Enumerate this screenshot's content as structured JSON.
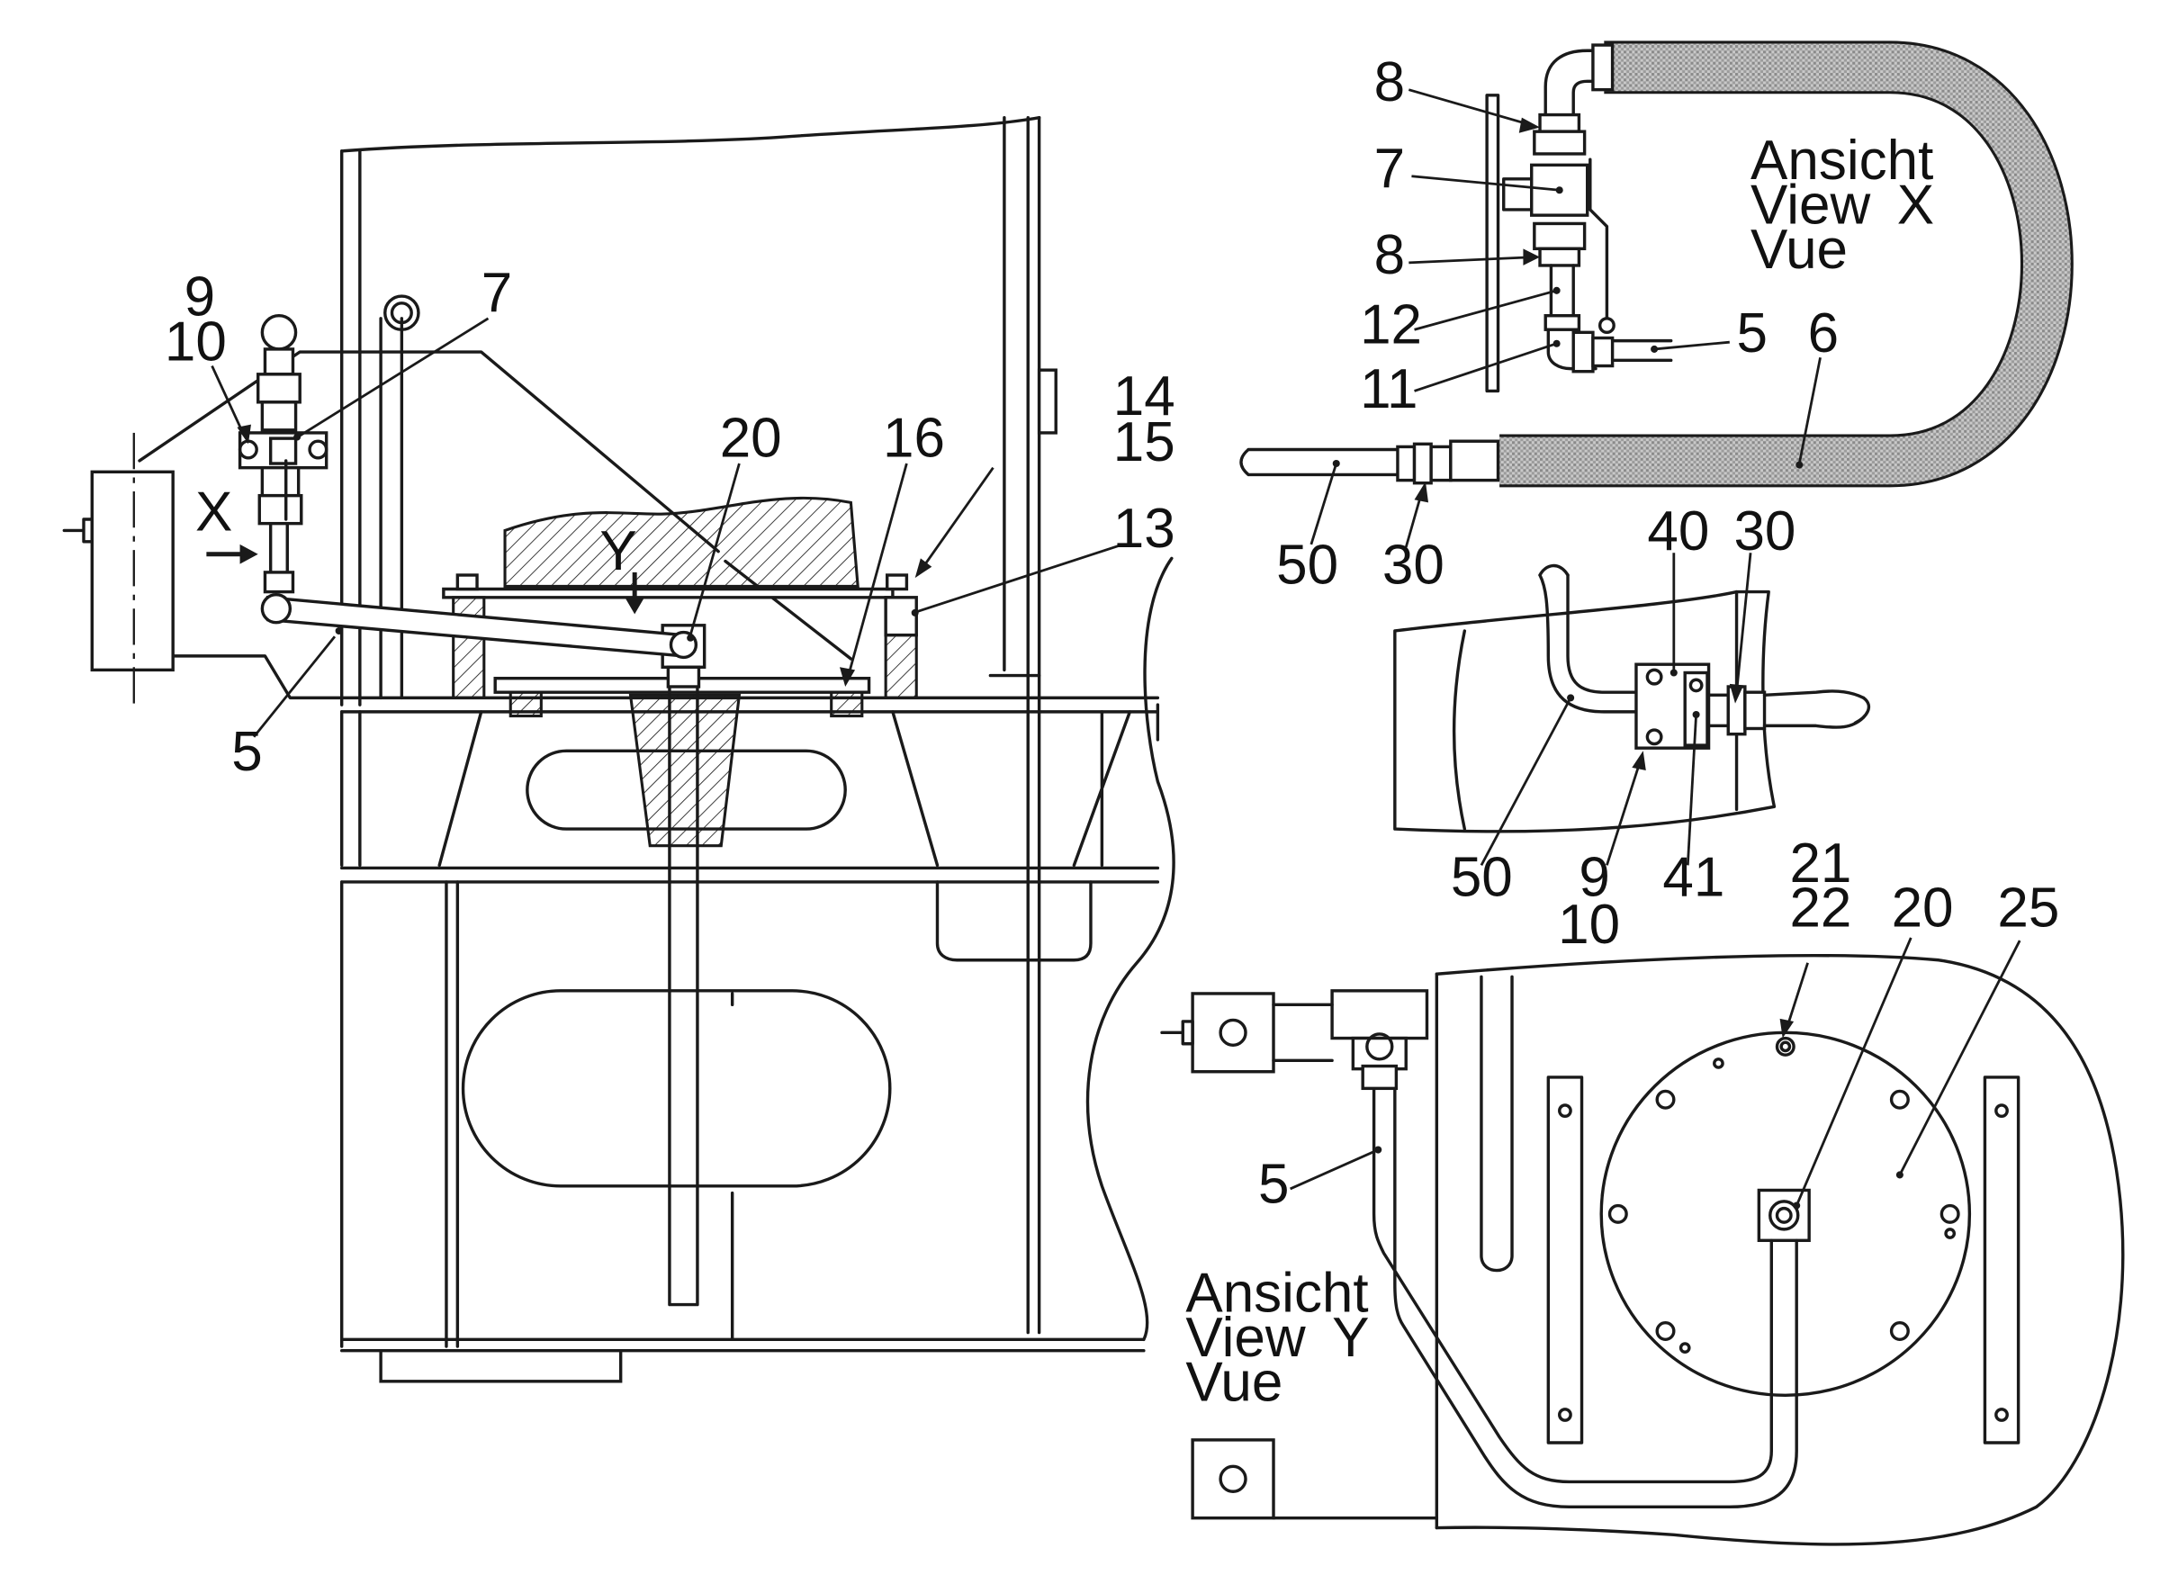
{
  "labels": {
    "l9a": "9",
    "l10a": "10",
    "l7a": "7",
    "lXa": "X",
    "l5a": "5",
    "l20a": "20",
    "l16": "16",
    "l14": "14",
    "l15": "15",
    "l13": "13",
    "lY": "Y",
    "l8a": "8",
    "l7b": "7",
    "l8b": "8",
    "l12": "12",
    "l11": "11",
    "l5b": "5",
    "l6": "6",
    "l50a": "50",
    "l30a": "30",
    "l40": "40",
    "l30b": "30",
    "l50b": "50",
    "l9b": "9",
    "l41": "41",
    "l10b": "10",
    "l21": "21",
    "l22": "22",
    "l20b": "20",
    "l25": "25",
    "l5c": "5"
  },
  "view_x": {
    "line1": "Ansicht",
    "line2": "View",
    "line3": "Vue",
    "letter": "X"
  },
  "view_y": {
    "line1": "Ansicht",
    "line2": "View",
    "line3": "Vue",
    "letter": "Y"
  }
}
